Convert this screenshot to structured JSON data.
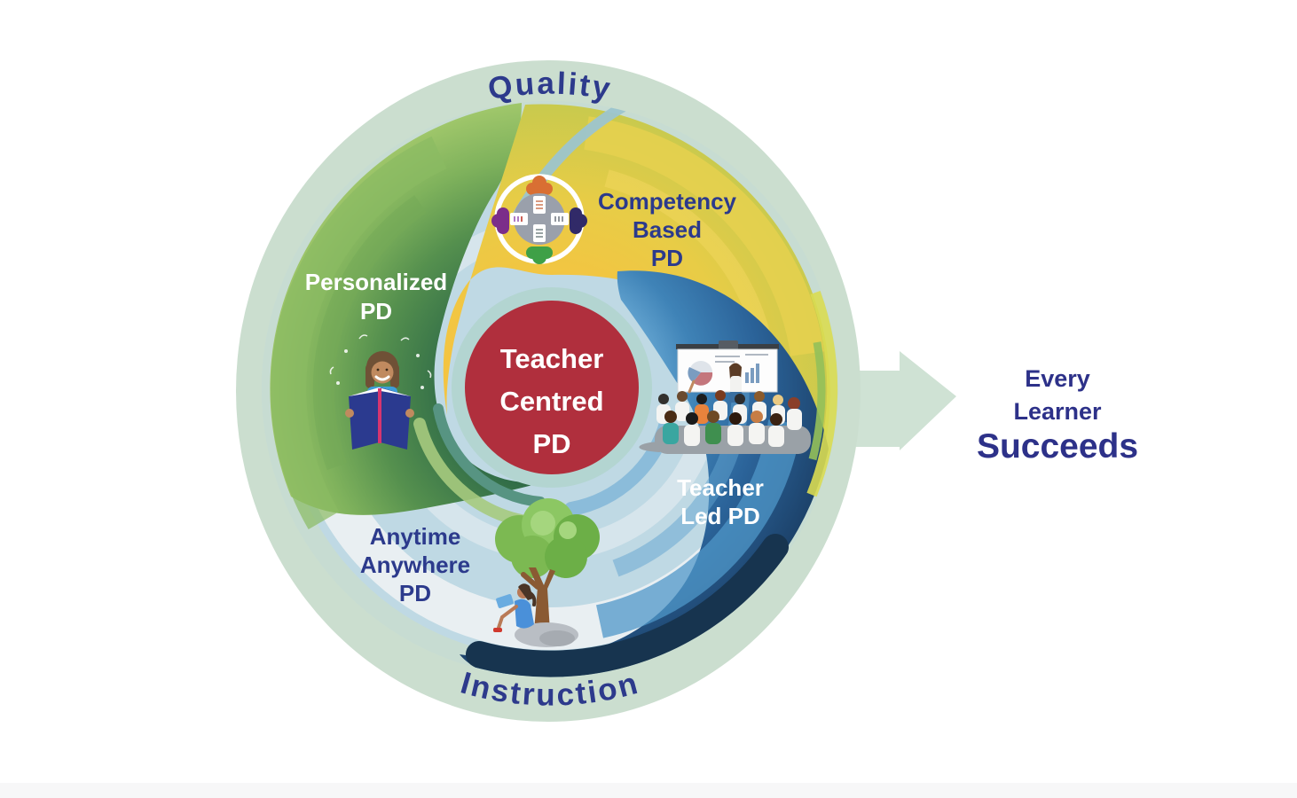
{
  "diagram": {
    "quality": "Quality",
    "instruction": "Instruction",
    "center": [
      "Teacher",
      "Centred",
      "PD"
    ],
    "personalized": [
      "Personalized",
      "PD"
    ],
    "competency": [
      "Competency",
      "Based",
      "PD"
    ],
    "teacher_led": [
      "Teacher",
      "Led PD"
    ],
    "anytime": [
      "Anytime",
      "Anywhere",
      "PD"
    ],
    "outcome": [
      "Every",
      "Learner",
      "Succeeds"
    ],
    "colors": {
      "outer_ring_mint": "#cbdecf",
      "arrow_mint": "#cfe2d4",
      "text_dark_blue": "#2c3a8c",
      "hub_red": "#b02f3d",
      "hub_ring": "#b3d5d1",
      "green_segment": "#55904e",
      "yellow_segment": "#f0c843",
      "blue_segment": "#2e6da4",
      "light_blue_segment": "#bfd9e4",
      "label_white": "#ffffff"
    },
    "icons": [
      "group-table-icon",
      "reading-teacher-icon",
      "classroom-presentation-icon",
      "tree-reader-icon",
      "right-arrow-icon"
    ]
  }
}
